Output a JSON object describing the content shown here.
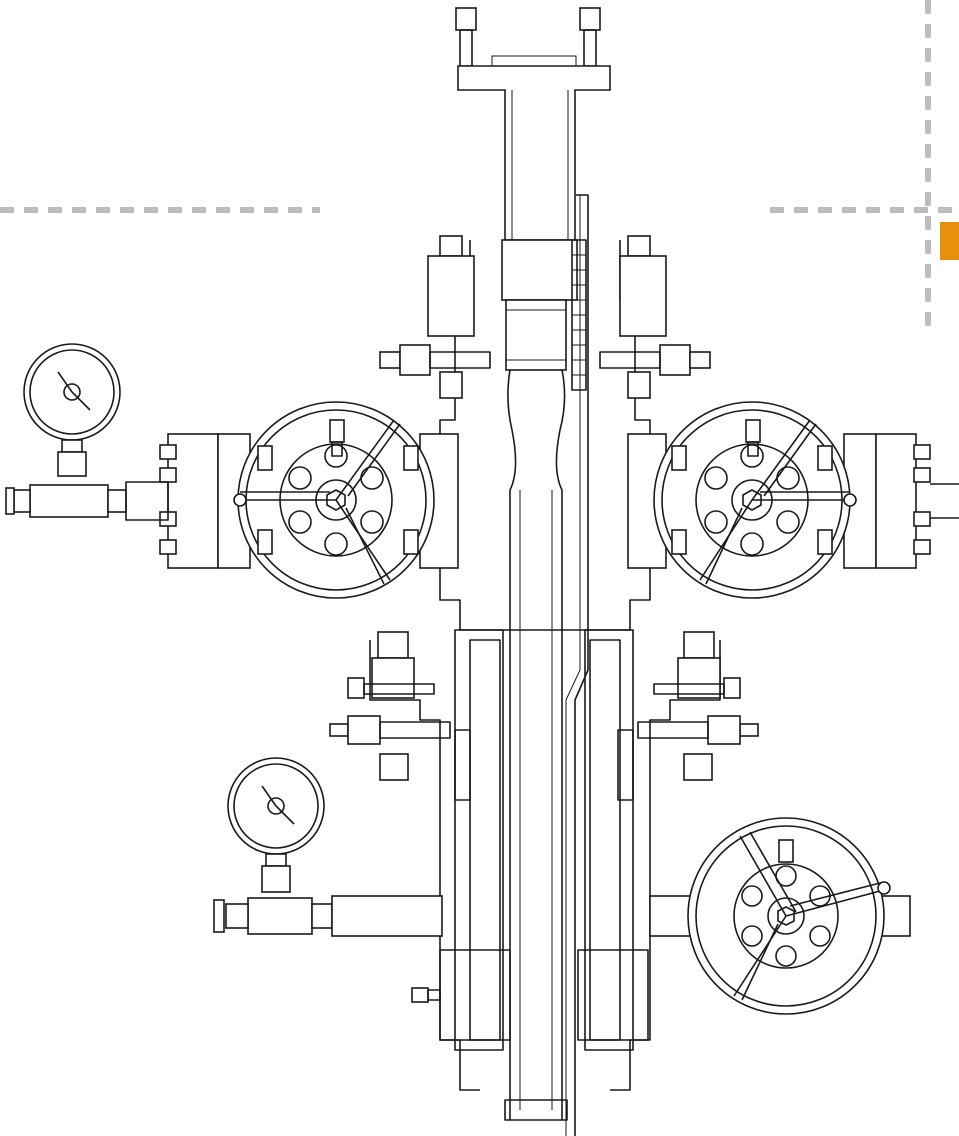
{
  "colors": {
    "line": "#1a1a1a",
    "dash": "#bdbdbd",
    "accent": "#e8900e",
    "background": "#ffffff"
  },
  "elements": {
    "drawing": "wellhead-christmas-tree-line-drawing",
    "pressure_gauges": 2,
    "handwheel_valves": 3
  }
}
